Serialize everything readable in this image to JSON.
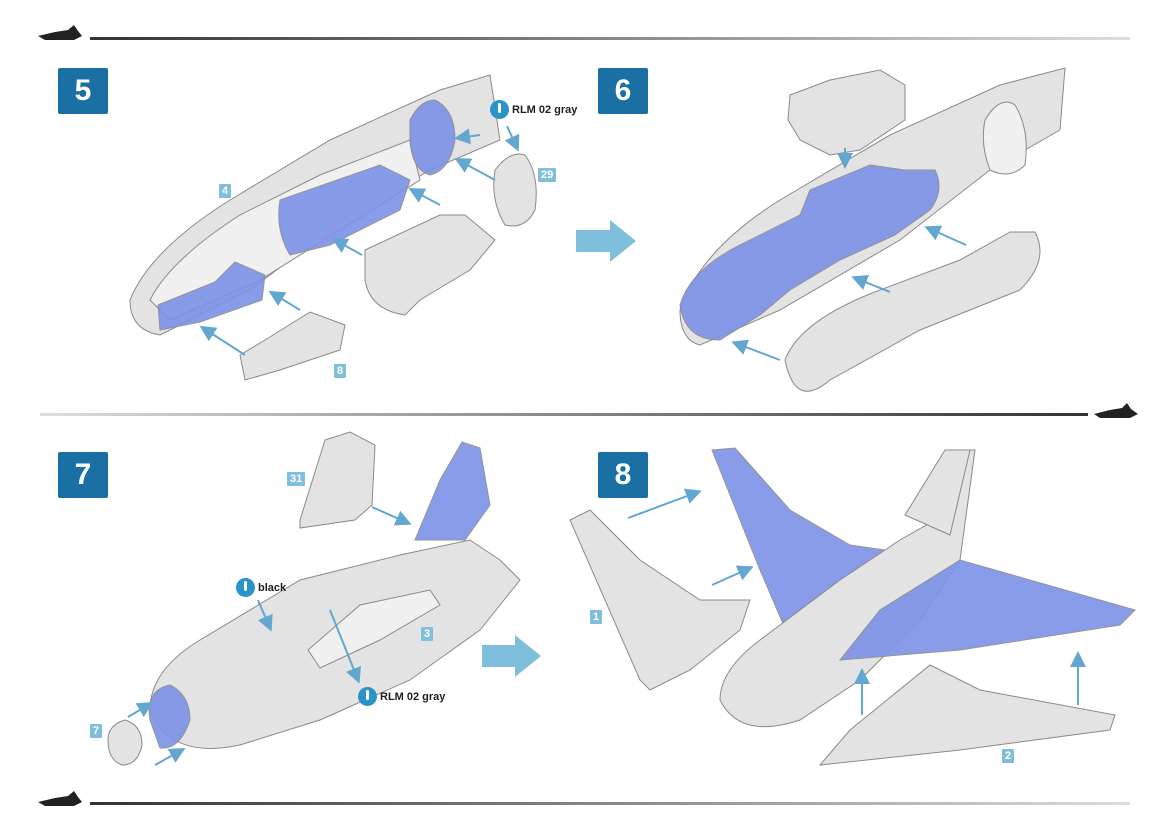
{
  "steps": [
    {
      "number": "5",
      "paint": "RLM 02 gray",
      "parts": [
        "4",
        "29",
        "8"
      ]
    },
    {
      "number": "6"
    },
    {
      "number": "7",
      "paints": [
        "black",
        "RLM 02 gray"
      ],
      "parts": [
        "31",
        "3",
        "7"
      ]
    },
    {
      "number": "8",
      "parts": [
        "1",
        "2"
      ]
    }
  ],
  "colors": {
    "highlight": "#7d92e8",
    "part": "#e3e3e3",
    "arrow": "#62a7cf",
    "badge": "#1a6fa3"
  }
}
